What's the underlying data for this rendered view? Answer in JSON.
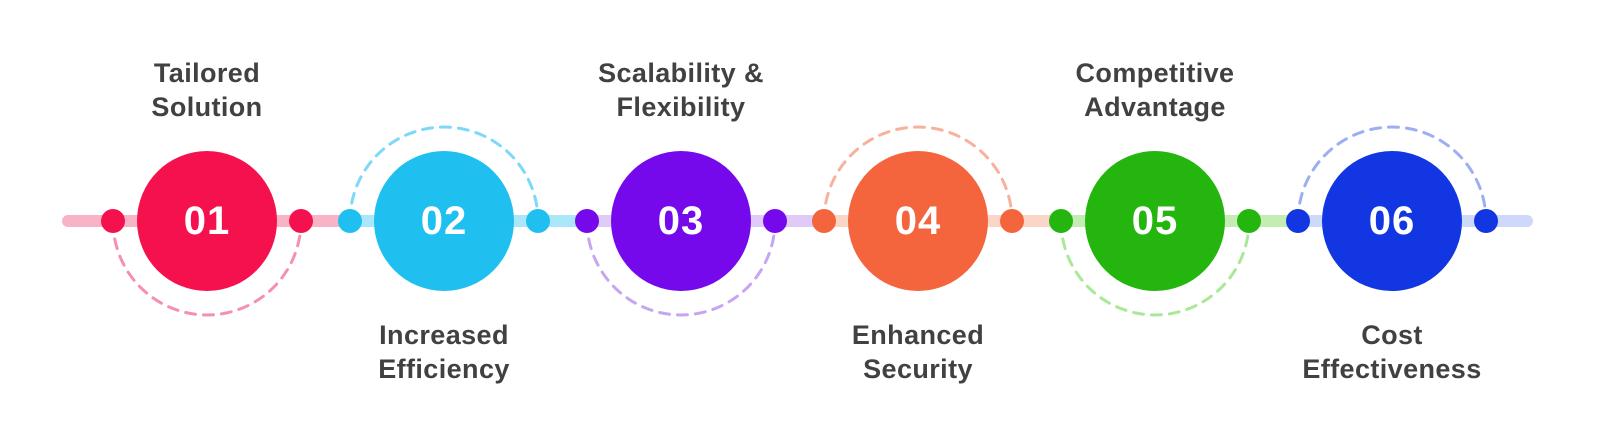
{
  "page": {
    "background_color": "#FFFFFF",
    "label_text_color": "#414141",
    "number_text_color": "#FFFFFF"
  },
  "timeline": {
    "steps": [
      {
        "number": "01",
        "label": "Tailored\nSolution",
        "label_position": "above",
        "color": "#F5114E",
        "track_color": "#F9B3C6",
        "dash_color": "#F591AD"
      },
      {
        "number": "02",
        "label": "Increased\nEfficiency",
        "label_position": "below",
        "color": "#1FC0EF",
        "track_color": "#ABE7FA",
        "dash_color": "#7ED8F7"
      },
      {
        "number": "03",
        "label": "Scalability &\nFlexibility",
        "label_position": "above",
        "color": "#7609EC",
        "track_color": "#E0CBF8",
        "dash_color": "#C8A5F3"
      },
      {
        "number": "04",
        "label": "Enhanced\nSecurity",
        "label_position": "below",
        "color": "#F4653D",
        "track_color": "#FCD5C9",
        "dash_color": "#F8B19C"
      },
      {
        "number": "05",
        "label": "Competitive\nAdvantage",
        "label_position": "above",
        "color": "#24B50E",
        "track_color": "#C3EDB3",
        "dash_color": "#A9E897"
      },
      {
        "number": "06",
        "label": "Cost\nEffectiveness",
        "label_position": "below",
        "color": "#1136E2",
        "track_color": "#CDD8FA",
        "dash_color": "#9DAFF1"
      }
    ]
  }
}
